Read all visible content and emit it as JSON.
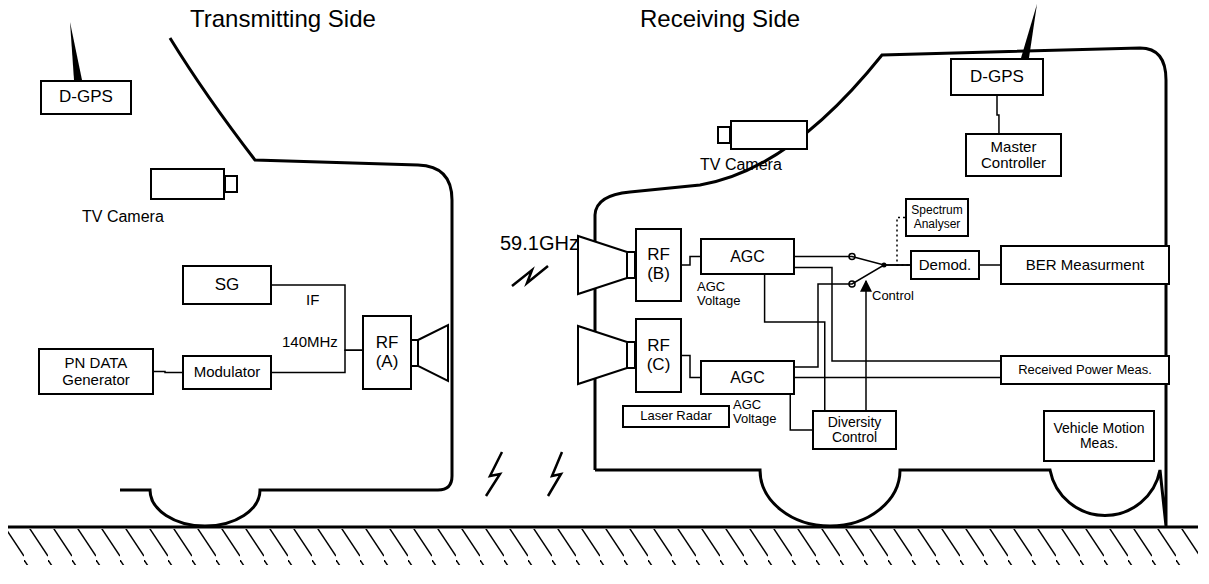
{
  "diagram": {
    "nodes": [
      {
        "text": [
          "D-GPS"
        ]
      },
      {
        "text": [
          "TV Camera"
        ]
      },
      {
        "text": [
          "SG"
        ]
      },
      {
        "text": [
          "PN DATA Generator"
        ]
      },
      {
        "text": [
          "Modulator"
        ]
      },
      {
        "text": [
          "RF (A)"
        ]
      },
      {
        "text": [
          "TV Camera"
        ]
      },
      {
        "text": [
          "D-GPS"
        ]
      },
      {
        "text": [
          "Master Controller"
        ]
      },
      {
        "text": [
          "Spectrum Analyser"
        ]
      },
      {
        "text": [
          "RF (B)"
        ]
      },
      {
        "text": [
          "AGC"
        ]
      },
      {
        "text": [
          "Demod."
        ]
      },
      {
        "text": [
          "BER Measurment"
        ]
      },
      {
        "text": [
          "RF (C)"
        ]
      },
      {
        "text": [
          "AGC"
        ]
      },
      {
        "text": [
          "Received Power Meas."
        ]
      },
      {
        "text": [
          "Laser Radar"
        ]
      },
      {
        "text": [
          "Diversity Control"
        ]
      },
      {
        "text": [
          "Vehicle Motion Meas."
        ]
      }
    ],
    "edges": [
      {
        "from": 2,
        "to": 5,
        "arrow": "none"
      },
      {
        "from": 4,
        "to": 5,
        "arrow": "none"
      },
      {
        "from": 3,
        "to": 4,
        "arrow": "none"
      },
      {
        "from": 7,
        "to": 8,
        "arrow": "none"
      },
      {
        "from": 10,
        "to": 11,
        "arrow": "none"
      },
      {
        "from": 14,
        "to": 15,
        "arrow": "none"
      },
      {
        "from": 11,
        "to": 12,
        "arrow": "none"
      },
      {
        "from": 15,
        "to": 12,
        "arrow": "none"
      },
      {
        "from": 9,
        "to": 12,
        "arrow": "none"
      },
      {
        "from": 12,
        "to": 13,
        "arrow": "none"
      },
      {
        "from": 11,
        "to": 18,
        "arrow": "none"
      },
      {
        "from": 15,
        "to": 18,
        "arrow": "none"
      },
      {
        "from": 11,
        "to": 16,
        "arrow": "none"
      },
      {
        "from": 15,
        "to": 16,
        "arrow": "none"
      }
    ],
    "labels": [
      "Transmitting Side",
      "Receiving Side",
      "IF",
      "140MHz",
      "59.1GHz",
      "AGC Voltage",
      "AGC Voltage",
      "Control"
    ]
  }
}
